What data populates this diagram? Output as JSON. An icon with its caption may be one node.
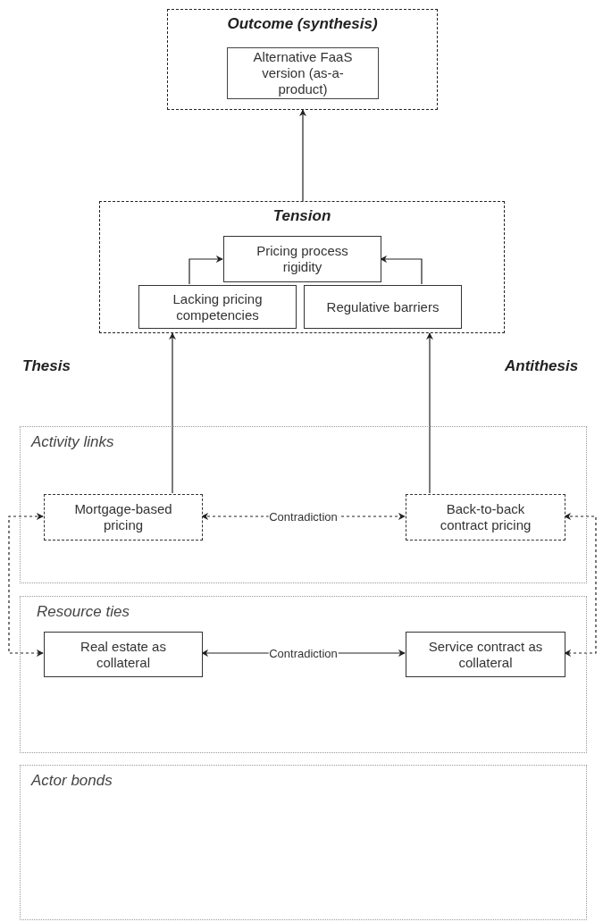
{
  "diagram": {
    "nodes": [
      {
        "text": [
          "Outcome (synthesis)"
        ]
      },
      {
        "text": [
          "Alternative FaaS version (as-a-product)"
        ],
        "in": 0
      },
      {
        "text": [
          "Tension"
        ]
      },
      {
        "text": [
          "Pricing process rigidity"
        ],
        "in": 2
      },
      {
        "text": [
          "Lacking pricing competencies"
        ],
        "in": 2
      },
      {
        "text": [
          "Regulative barriers"
        ],
        "in": 2
      },
      {
        "text": [
          "Activity links"
        ]
      },
      {
        "text": [
          "Mortgage-based pricing"
        ],
        "in": 6
      },
      {
        "text": [
          "Back-to-back contract pricing"
        ],
        "in": 6
      },
      {
        "text": [
          "Resource ties"
        ]
      },
      {
        "text": [
          "Real estate as collateral"
        ],
        "in": 9
      },
      {
        "text": [
          "Service contract as collateral"
        ],
        "in": 9
      },
      {
        "text": [
          "Actor bonds"
        ]
      }
    ],
    "edges": [
      {
        "from": 2,
        "to": 0,
        "arrow": "to"
      },
      {
        "from": 4,
        "to": 3,
        "arrow": "to"
      },
      {
        "from": 5,
        "to": 3,
        "arrow": "to"
      },
      {
        "from": 7,
        "to": 2,
        "arrow": "to"
      },
      {
        "from": 8,
        "to": 2,
        "arrow": "to"
      },
      {
        "from": 7,
        "to": 8,
        "arrow": "both",
        "label": "Contradiction",
        "style": "dashed"
      },
      {
        "from": 10,
        "to": 11,
        "arrow": "both",
        "label": "Contradiction"
      },
      {
        "from": 7,
        "to": 10,
        "arrow": "both",
        "style": "dashed"
      },
      {
        "from": 8,
        "to": 11,
        "arrow": "both",
        "style": "dashed"
      }
    ],
    "labels": [
      "Thesis",
      "Antithesis"
    ]
  }
}
